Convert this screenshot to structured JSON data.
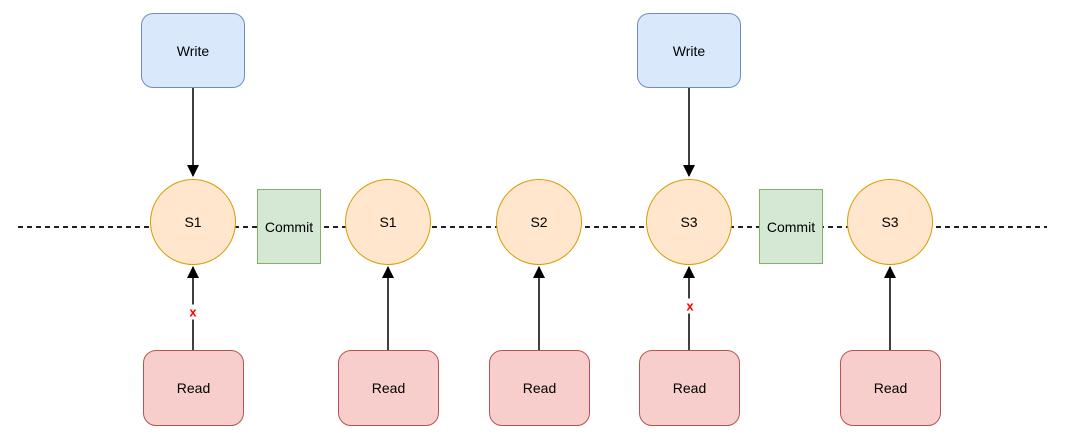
{
  "diagram": {
    "writes": [
      {
        "label": "Write"
      },
      {
        "label": "Write"
      }
    ],
    "states": [
      {
        "label": "S1"
      },
      {
        "label": "S1"
      },
      {
        "label": "S2"
      },
      {
        "label": "S3"
      },
      {
        "label": "S3"
      }
    ],
    "commits": [
      {
        "label": "Commit"
      },
      {
        "label": "Commit"
      }
    ],
    "reads": [
      {
        "label": "Read",
        "blocked": true
      },
      {
        "label": "Read",
        "blocked": false
      },
      {
        "label": "Read",
        "blocked": false
      },
      {
        "label": "Read",
        "blocked": true
      },
      {
        "label": "Read",
        "blocked": false
      }
    ],
    "blocked_mark": "x",
    "colors": {
      "write_fill": "#dae8fc",
      "write_stroke": "#6c8ebf",
      "state_fill": "#ffe6cc",
      "state_stroke": "#d79b00",
      "commit_fill": "#d5e8d4",
      "commit_stroke": "#82b366",
      "read_fill": "#f8cecc",
      "read_stroke": "#b85450",
      "arrow_color": "#000000",
      "blocked_color": "#ff0000",
      "background": "#ffffff"
    }
  }
}
